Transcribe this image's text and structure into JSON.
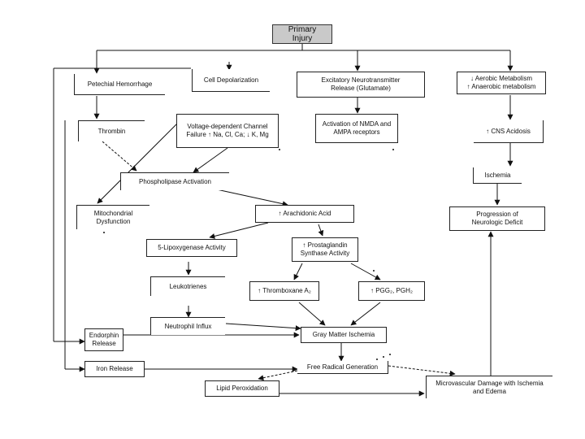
{
  "diagram": {
    "nodes": {
      "primary_injury": "Primary\nInjury",
      "petechial_hemorrhage": "Petechial Hemorrhage",
      "cell_depolarization": "Cell Depolarization",
      "excitatory_release": "Excitatory Neurotransmitter\nRelease (Glutamate)",
      "aerobic_metabolism": "↓ Aerobic Metabolism\n↑ Anaerobic metabolism",
      "thrombin": "Thrombin",
      "voltage_channel": "Voltage-dependent Channel\nFailure ↑ Na, Cl, Ca; ↓ K, Mg",
      "nmda_ampa": "Activation of NMDA and\nAMPA receptors",
      "cns_acidosis": "↑ CNS Acidosis",
      "phospholipase": "Phospholipase Activation",
      "ischemia": "Ischemia",
      "mitochondrial": "Mitochondrial\nDysfunction",
      "arachidonic": "↑ Arachidonic Acid",
      "neurologic_deficit": "Progression of\nNeurologic Deficit",
      "lipoxygenase": "5-Lipoxygenase Activity",
      "prostaglandin": "↑ Prostaglandin\nSynthase Activity",
      "leukotrienes": "Leukotrienes",
      "thromboxane": "↑ Thromboxane A₂",
      "pgg_pgh": "↑ PGG₂, PGH₂",
      "neutrophil_influx": "Neutrophil Influx",
      "endorphin": "Endorphin\nRelease",
      "gray_matter": "Gray Matter Ischemia",
      "iron_release": "Iron Release",
      "free_radical": "Free Radical Generation",
      "microvascular": "Microvascular Damage with Ischemia\nand Edema",
      "lipid_peroxidation": "Lipid Peroxidation"
    }
  }
}
